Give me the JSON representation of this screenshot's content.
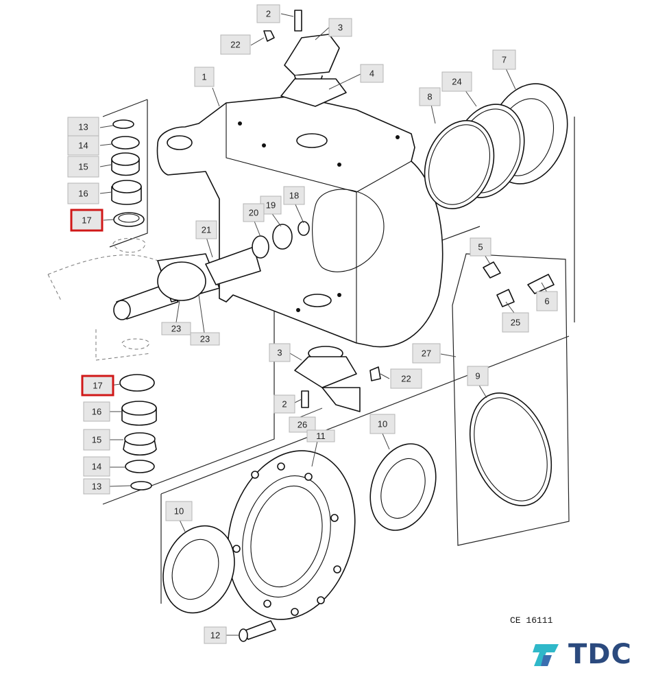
{
  "figure_code": "CE 16111",
  "logo": {
    "text": "TDC",
    "colors": {
      "mark_primary": "#2fb8c9",
      "mark_secondary": "#3a6fb0",
      "text": "#2b4a7e"
    }
  },
  "highlight_color": "#d01818",
  "callouts": [
    {
      "id": "c2-top",
      "label": "2"
    },
    {
      "id": "c3-top",
      "label": "3"
    },
    {
      "id": "c22-top",
      "label": "22"
    },
    {
      "id": "c4",
      "label": "4"
    },
    {
      "id": "c1",
      "label": "1"
    },
    {
      "id": "c7",
      "label": "7"
    },
    {
      "id": "c24",
      "label": "24"
    },
    {
      "id": "c8",
      "label": "8"
    },
    {
      "id": "c13-top",
      "label": "13"
    },
    {
      "id": "c14-top",
      "label": "14"
    },
    {
      "id": "c15-top",
      "label": "15"
    },
    {
      "id": "c16-top",
      "label": "16"
    },
    {
      "id": "c17-top",
      "label": "17",
      "highlighted": true
    },
    {
      "id": "c18",
      "label": "18"
    },
    {
      "id": "c19",
      "label": "19"
    },
    {
      "id": "c20",
      "label": "20"
    },
    {
      "id": "c21",
      "label": "21"
    },
    {
      "id": "c5",
      "label": "5"
    },
    {
      "id": "c6",
      "label": "6"
    },
    {
      "id": "c25",
      "label": "25"
    },
    {
      "id": "c23-a",
      "label": "23"
    },
    {
      "id": "c23-b",
      "label": "23"
    },
    {
      "id": "c27",
      "label": "27"
    },
    {
      "id": "c3-bot",
      "label": "3"
    },
    {
      "id": "c22-bot",
      "label": "22"
    },
    {
      "id": "c17-bot",
      "label": "17",
      "highlighted": true
    },
    {
      "id": "c9",
      "label": "9"
    },
    {
      "id": "c2-bot",
      "label": "2"
    },
    {
      "id": "c16-bot",
      "label": "16"
    },
    {
      "id": "c26",
      "label": "26"
    },
    {
      "id": "c10-right",
      "label": "10"
    },
    {
      "id": "c11",
      "label": "11"
    },
    {
      "id": "c15-bot",
      "label": "15"
    },
    {
      "id": "c14-bot",
      "label": "14"
    },
    {
      "id": "c13-bot",
      "label": "13"
    },
    {
      "id": "c10-left",
      "label": "10"
    },
    {
      "id": "c12",
      "label": "12"
    }
  ]
}
